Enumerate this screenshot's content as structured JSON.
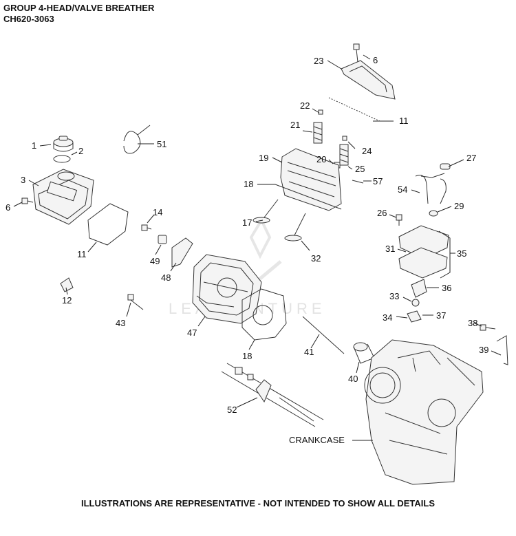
{
  "header": {
    "line1": "GROUP 4-HEAD/VALVE BREATHER",
    "line2": "CH620-3063"
  },
  "footer": "ILLUSTRATIONS ARE REPRESENTATIVE - NOT INTENDED TO SHOW ALL DETAILS",
  "watermark": "LEADVENTURE",
  "callouts": {
    "c1": "1",
    "c2": "2",
    "c3": "3",
    "c6a": "6",
    "c6b": "6",
    "c11a": "11",
    "c11b": "11",
    "c12": "12",
    "c14": "14",
    "c17": "17",
    "c18a": "18",
    "c18b": "18",
    "c19": "19",
    "c20": "20",
    "c21": "21",
    "c22": "22",
    "c23": "23",
    "c24": "24",
    "c25": "25",
    "c26": "26",
    "c27": "27",
    "c29": "29",
    "c31": "31",
    "c32": "32",
    "c33": "33",
    "c34": "34",
    "c35": "35",
    "c36": "36",
    "c37": "37",
    "c38": "38",
    "c39": "39",
    "c40": "40",
    "c41": "41",
    "c43": "43",
    "c47": "47",
    "c48": "48",
    "c49": "49",
    "c51": "51",
    "c52": "52",
    "c54": "54",
    "c57": "57",
    "crankcase": "CRANKCASE"
  }
}
